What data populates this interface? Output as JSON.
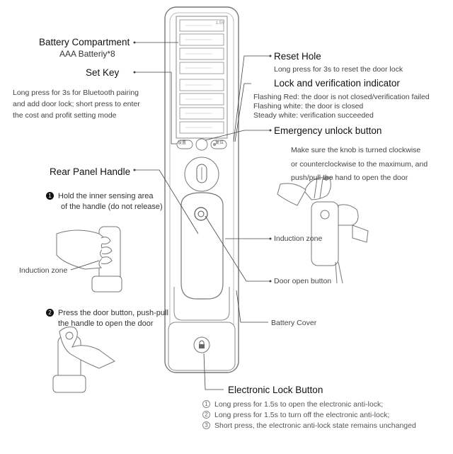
{
  "battery_compartment": {
    "title": "Battery Compartment",
    "sub": "AAA Batteriy*8"
  },
  "set_key": {
    "title": "Set Key",
    "desc": [
      "Long press for 3s for Bluetooth pairing",
      "and add door lock; short press to enter",
      "the cost and profit setting mode"
    ]
  },
  "reset_hole": {
    "title": "Reset Hole",
    "desc": "Long press for 3s to reset the door lock"
  },
  "indicator": {
    "title": "Lock and verification indicator",
    "lines": [
      "Flashing Red: the door is not closed/verification failed",
      "Flashing white: the door is closed",
      "Steady white: verification succeeded"
    ]
  },
  "emergency": {
    "title": "Emergency unlock button",
    "desc": [
      "Make sure the knob is turned clockwise",
      "or counterclockwise to the maximum, and",
      "push/pull the hand to open the door"
    ]
  },
  "rear_panel": {
    "title": "Rear Panel Handle"
  },
  "step1": {
    "num": "1",
    "lines": [
      "Hold the inner sensing area",
      "of the handle (do not release)"
    ]
  },
  "induction_left": "Induction zone",
  "induction_right": "Induction zone",
  "step2": {
    "num": "2",
    "lines": [
      "Press the door button, push-pull",
      "the handle to open the door"
    ]
  },
  "door_open": "Door open button",
  "battery_cover": "Battery Cover",
  "electronic_lock": {
    "title": "Electronic Lock Button",
    "items": [
      {
        "num": "1",
        "text": "Long press for 1.5s to open the electronic anti-lock;"
      },
      {
        "num": "2",
        "text": "Long press for 1.5s to turn off the electronic anti-lock;"
      },
      {
        "num": "3",
        "text": "Short press, the electronic anti-lock state remains unchanged"
      }
    ]
  },
  "device_labels": {
    "left_btn": "设置",
    "right_btn": "复位",
    "battery_mark": "1.5V"
  }
}
